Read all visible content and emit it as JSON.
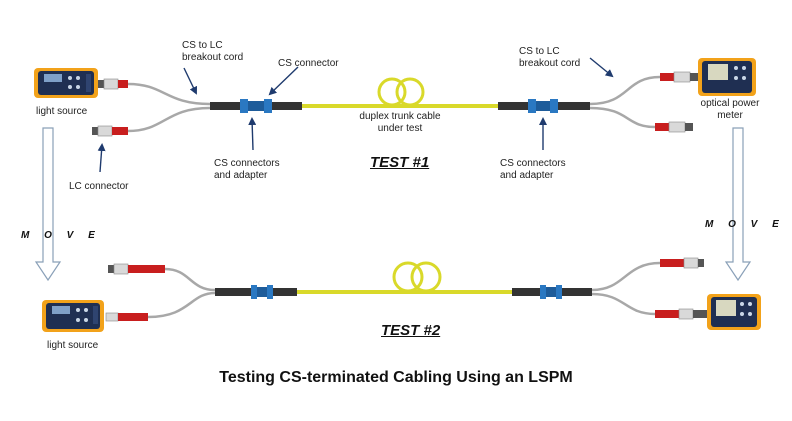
{
  "labels": {
    "cs_to_lc_left": [
      "CS to LC",
      "breakout cord"
    ],
    "cs_connector": "CS connector",
    "cs_to_lc_right": [
      "CS to LC",
      "breakout cord"
    ],
    "light_source_top": "light source",
    "light_source_bottom": "light source",
    "duplex": [
      "duplex trunk cable",
      "under test"
    ],
    "optical_power_meter": [
      "optical power",
      "meter"
    ],
    "cs_connectors_adapter_left": [
      "CS connectors",
      "and adapter"
    ],
    "cs_connectors_adapter_right": [
      "CS connectors",
      "and adapter"
    ],
    "lc_connector": "LC connector",
    "test1": "TEST #1",
    "test2": "TEST #2",
    "move_left": "M O V E",
    "move_right": "M O V E",
    "caption": "Testing CS-terminated Cabling Using an LSPM"
  },
  "colors": {
    "device_body": "#1f2f52",
    "device_bumper": "#f2a21a",
    "trunk_cable": "#d9d92a",
    "gray_cable": "#a8a8a8",
    "adapter_blue": "#2a78c2",
    "red_boot": "#c81e1e",
    "arrow_navy": "#1f3b6e",
    "move_arrow": "#8aa0b8"
  }
}
